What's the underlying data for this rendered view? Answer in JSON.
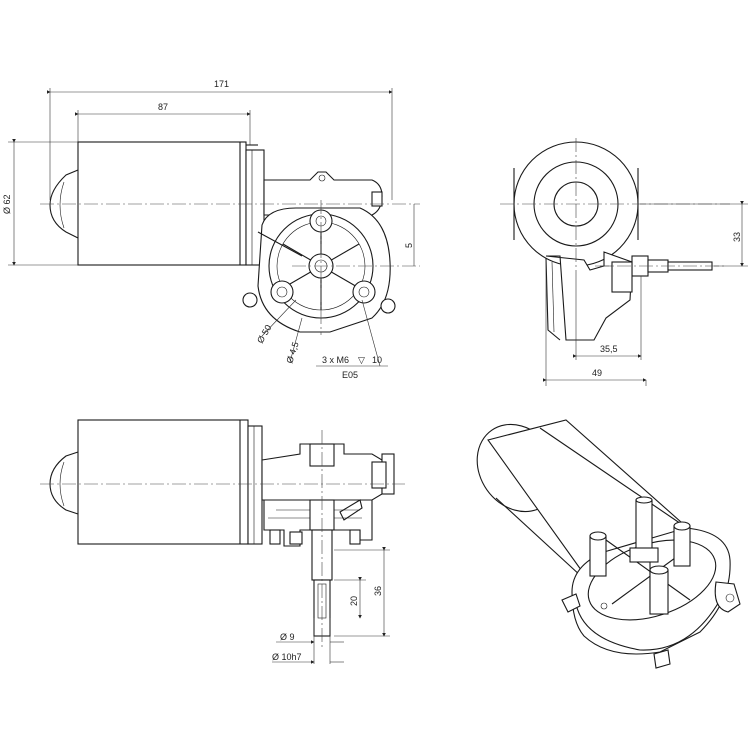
{
  "dimensions": {
    "overall_length": "171",
    "motor_length": "87",
    "motor_diameter": "Ø 62",
    "shaft_offset": "5",
    "bolt_circle": "Ø 50",
    "bore": "Ø 4,5",
    "thread": "3 x M6",
    "thread_depth": "10",
    "standard": "E05",
    "shaft_height": "33",
    "shaft_center": "35,5",
    "gear_width": "49",
    "shaft_length_total": "36",
    "shaft_flat_length": "20",
    "shaft_diameter_small": "Ø 9",
    "shaft_diameter_fit": "Ø 10h7"
  }
}
